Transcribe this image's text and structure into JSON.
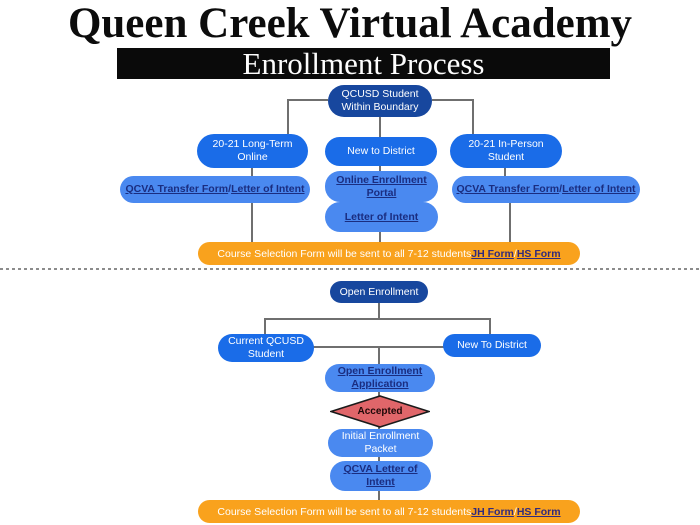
{
  "title": "Queen Creek Virtual Academy",
  "banner_title": "Enrollment Process",
  "flow_top": {
    "root": "QCUSD Student Within Boundary",
    "branch_left": "20-21 Long-Term Online",
    "branch_mid": "New  to District",
    "branch_right": "20-21 In-Person Student",
    "left_links": {
      "link1": "QCVA Transfer Form",
      "sep": "/ ",
      "link2": "Letter of Intent"
    },
    "mid_link_portal": "Online Enrollment Portal",
    "mid_link_letter": "Letter of Intent",
    "right_links": {
      "link1": "QCVA Transfer Form",
      "sep": "/ ",
      "link2": "Letter of Intent"
    },
    "course_banner": {
      "text": "Course Selection Form will be sent to all 7-12 students ",
      "link_jh": "JH Form",
      "sep": "/ ",
      "link_hs": "HS Form"
    }
  },
  "flow_bottom": {
    "root": "Open Enrollment",
    "branch_left": "Current QCUSD Student",
    "branch_right": "New To District",
    "application_link": "Open Enrollment Application",
    "decision": "Accepted",
    "packet": "Initial Enrollment Packet",
    "letter_link": "QCVA Letter of Intent",
    "course_banner": {
      "text": "Course Selection Form will be sent to all 7-12 students ",
      "link_jh": "JH Form",
      "sep": "/ ",
      "link_hs": "HS Form"
    }
  },
  "colors": {
    "dark_blue": "#17479E",
    "blue": "#1A6CE8",
    "light_blue": "#4A89F0",
    "orange": "#F9A21D",
    "diamond_red": "#E0666A",
    "link_navy": "#1A2D80",
    "banner_link_navy": "#312A7D",
    "connector_gray": "#6F6F6F"
  }
}
